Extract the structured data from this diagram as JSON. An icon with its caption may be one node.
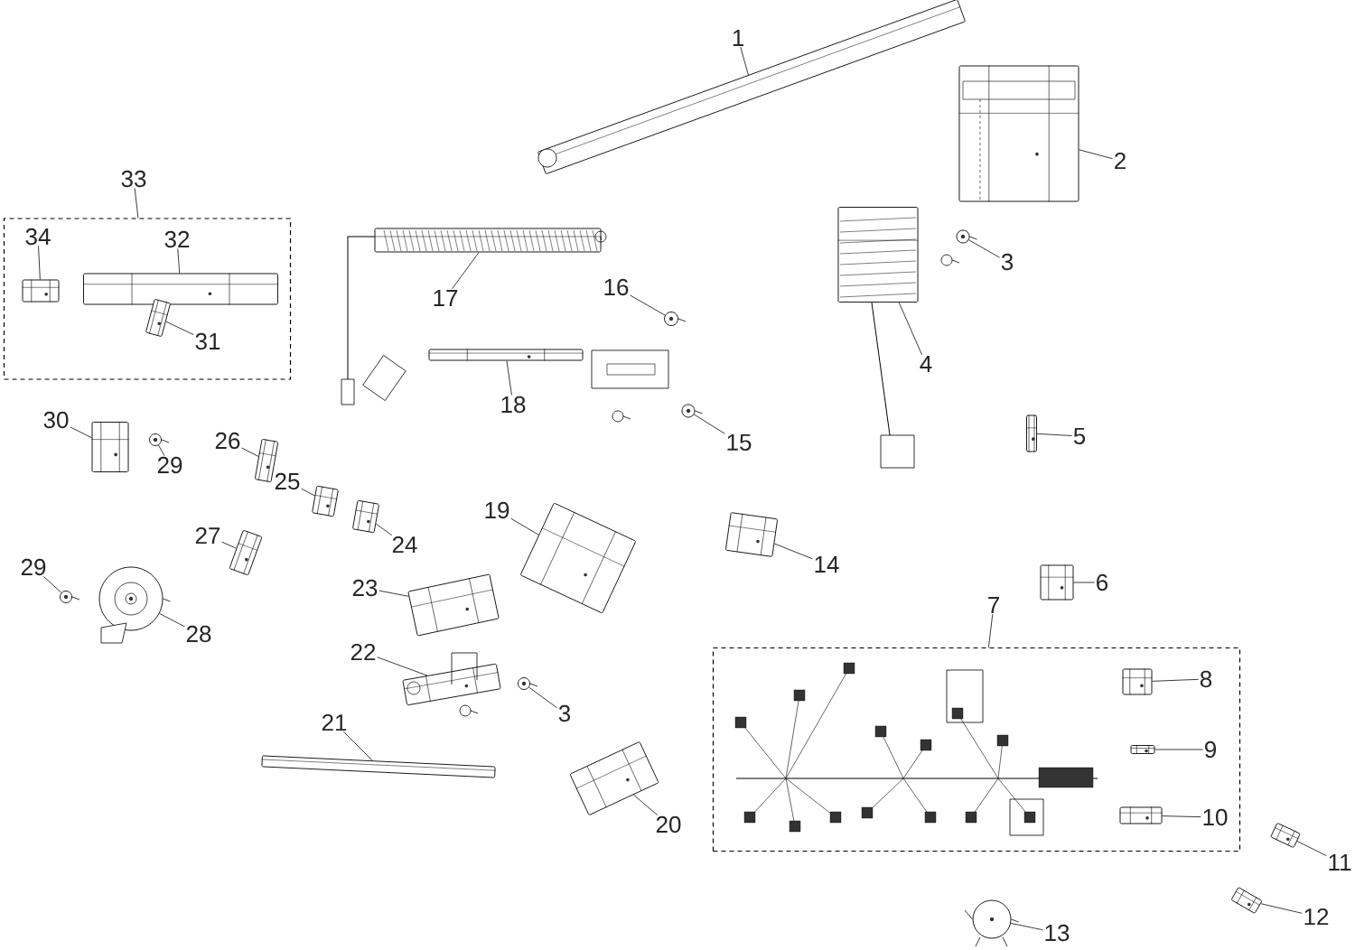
{
  "diagram": {
    "nodes": [
      {
        "text": [
          "1"
        ]
      },
      {
        "text": [],
        "shape": "picture"
      },
      {
        "text": [
          "2"
        ]
      },
      {
        "text": [],
        "shape": "picture"
      },
      {
        "text": [
          "33"
        ]
      },
      {
        "text": [],
        "shape": "box"
      },
      {
        "text": [
          "34"
        ],
        "in": 5
      },
      {
        "text": [],
        "shape": "picture",
        "in": 5
      },
      {
        "text": [
          "32"
        ],
        "in": 5
      },
      {
        "text": [],
        "shape": "picture",
        "in": 5
      },
      {
        "text": [
          "31"
        ],
        "in": 5
      },
      {
        "text": [],
        "shape": "picture",
        "in": 5
      },
      {
        "text": [
          "17"
        ]
      },
      {
        "text": [],
        "shape": "picture"
      },
      {
        "text": [
          "16"
        ]
      },
      {
        "text": [],
        "shape": "picture"
      },
      {
        "text": [
          "3"
        ]
      },
      {
        "text": [],
        "shape": "picture"
      },
      {
        "text": [
          "4"
        ]
      },
      {
        "text": [],
        "shape": "picture"
      },
      {
        "text": [
          "18"
        ]
      },
      {
        "text": [],
        "shape": "picture"
      },
      {
        "text": [
          "15"
        ]
      },
      {
        "text": [],
        "shape": "picture"
      },
      {
        "text": [
          "30"
        ]
      },
      {
        "text": [],
        "shape": "picture"
      },
      {
        "text": [
          "29"
        ]
      },
      {
        "text": [],
        "shape": "picture"
      },
      {
        "text": [
          "26"
        ]
      },
      {
        "text": [],
        "shape": "picture"
      },
      {
        "text": [
          "5"
        ]
      },
      {
        "text": [],
        "shape": "picture"
      },
      {
        "text": [
          "25"
        ]
      },
      {
        "text": [],
        "shape": "picture"
      },
      {
        "text": [
          "24"
        ]
      },
      {
        "text": [],
        "shape": "picture"
      },
      {
        "text": [
          "19"
        ]
      },
      {
        "text": [],
        "shape": "picture"
      },
      {
        "text": [
          "27"
        ]
      },
      {
        "text": [],
        "shape": "picture"
      },
      {
        "text": [
          "14"
        ]
      },
      {
        "text": [],
        "shape": "picture"
      },
      {
        "text": [
          "29"
        ]
      },
      {
        "text": [],
        "shape": "picture"
      },
      {
        "text": [
          "6"
        ]
      },
      {
        "text": [],
        "shape": "picture"
      },
      {
        "text": [
          "23"
        ]
      },
      {
        "text": [],
        "shape": "picture"
      },
      {
        "text": [
          "28"
        ]
      },
      {
        "text": [],
        "shape": "picture"
      },
      {
        "text": [
          "7"
        ]
      },
      {
        "text": [],
        "shape": "box"
      },
      {
        "text": [
          "22"
        ]
      },
      {
        "text": [],
        "shape": "picture"
      },
      {
        "text": [
          "8"
        ],
        "in": 51
      },
      {
        "text": [],
        "shape": "picture",
        "in": 51
      },
      {
        "text": [
          "3"
        ]
      },
      {
        "text": [],
        "shape": "picture"
      },
      {
        "text": [
          "21"
        ]
      },
      {
        "text": [],
        "shape": "picture"
      },
      {
        "text": [
          "9"
        ],
        "in": 51
      },
      {
        "text": [],
        "shape": "picture",
        "in": 51
      },
      {
        "text": [
          "10"
        ],
        "in": 51
      },
      {
        "text": [],
        "shape": "picture",
        "in": 51
      },
      {
        "text": [
          "20"
        ]
      },
      {
        "text": [],
        "shape": "picture"
      },
      {
        "text": [
          "11"
        ]
      },
      {
        "text": [],
        "shape": "picture"
      },
      {
        "text": [
          "12"
        ]
      },
      {
        "text": [],
        "shape": "picture"
      },
      {
        "text": [
          "13"
        ]
      },
      {
        "text": [],
        "shape": "picture"
      }
    ],
    "edges": [
      {
        "from": 0,
        "to": 1,
        "arrow": "none"
      },
      {
        "from": 2,
        "to": 3,
        "arrow": "none"
      },
      {
        "from": 4,
        "to": 5,
        "arrow": "none"
      },
      {
        "from": 6,
        "to": 7,
        "arrow": "none"
      },
      {
        "from": 8,
        "to": 9,
        "arrow": "none"
      },
      {
        "from": 10,
        "to": 11,
        "arrow": "none"
      },
      {
        "from": 12,
        "to": 13,
        "arrow": "none"
      },
      {
        "from": 14,
        "to": 15,
        "arrow": "none"
      },
      {
        "from": 16,
        "to": 17,
        "arrow": "none"
      },
      {
        "from": 18,
        "to": 19,
        "arrow": "none"
      },
      {
        "from": 20,
        "to": 21,
        "arrow": "none"
      },
      {
        "from": 22,
        "to": 23,
        "arrow": "none"
      },
      {
        "from": 24,
        "to": 25,
        "arrow": "none"
      },
      {
        "from": 26,
        "to": 27,
        "arrow": "none"
      },
      {
        "from": 28,
        "to": 29,
        "arrow": "none"
      },
      {
        "from": 30,
        "to": 31,
        "arrow": "none"
      },
      {
        "from": 32,
        "to": 33,
        "arrow": "none"
      },
      {
        "from": 34,
        "to": 35,
        "arrow": "none"
      },
      {
        "from": 36,
        "to": 37,
        "arrow": "none"
      },
      {
        "from": 38,
        "to": 39,
        "arrow": "none"
      },
      {
        "from": 40,
        "to": 41,
        "arrow": "none"
      },
      {
        "from": 42,
        "to": 43,
        "arrow": "none"
      },
      {
        "from": 44,
        "to": 45,
        "arrow": "none"
      },
      {
        "from": 46,
        "to": 47,
        "arrow": "none"
      },
      {
        "from": 48,
        "to": 49,
        "arrow": "none"
      },
      {
        "from": 50,
        "to": 51,
        "arrow": "none"
      },
      {
        "from": 52,
        "to": 53,
        "arrow": "none"
      },
      {
        "from": 54,
        "to": 55,
        "arrow": "none"
      },
      {
        "from": 56,
        "to": 57,
        "arrow": "none"
      },
      {
        "from": 58,
        "to": 59,
        "arrow": "none"
      },
      {
        "from": 60,
        "to": 61,
        "arrow": "none"
      },
      {
        "from": 62,
        "to": 63,
        "arrow": "none"
      },
      {
        "from": 64,
        "to": 65,
        "arrow": "none"
      },
      {
        "from": 66,
        "to": 67,
        "arrow": "none"
      },
      {
        "from": 68,
        "to": 69,
        "arrow": "none"
      },
      {
        "from": 70,
        "to": 71,
        "arrow": "none"
      }
    ]
  }
}
